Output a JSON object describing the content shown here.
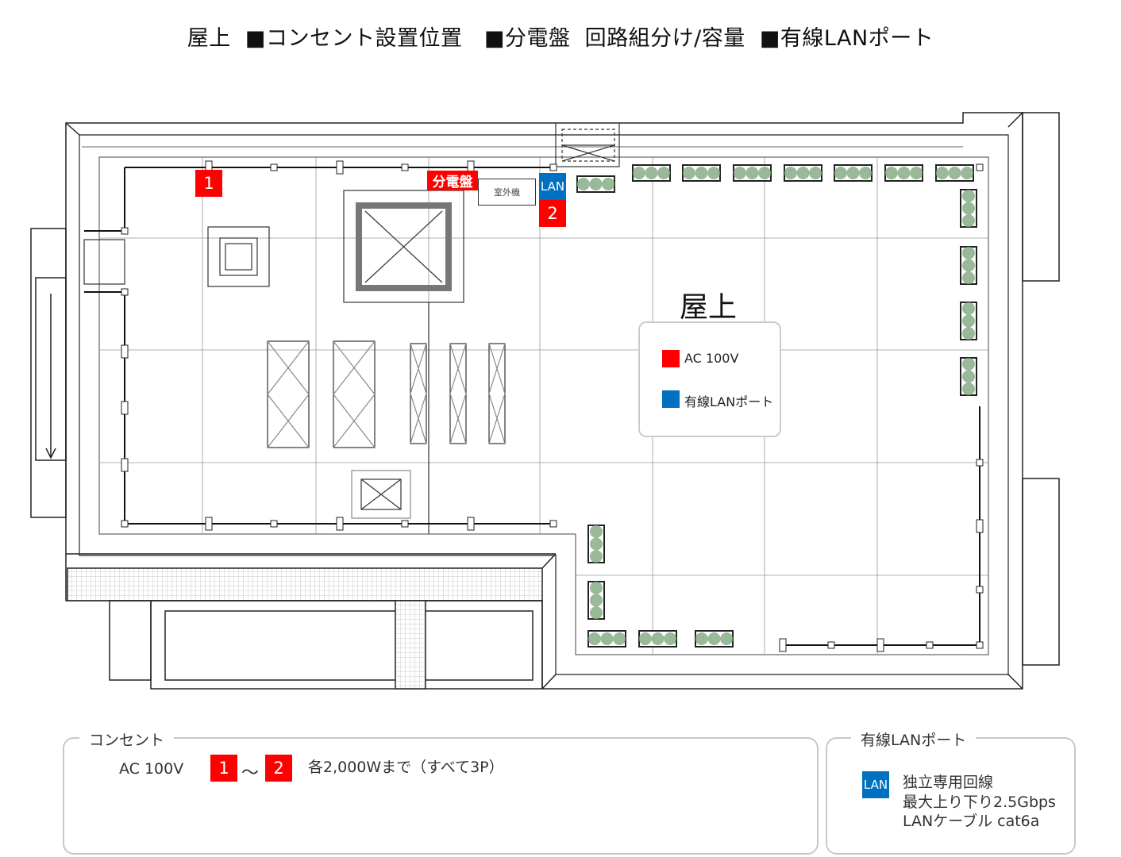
{
  "title": "屋上  ■コンセント設置位置　■分電盤  回路組分け/容量  ■有線LANポート",
  "plan": {
    "panelboard_label": "分電盤",
    "outdoor_unit_label": "室外機",
    "lan_label": "LAN",
    "outlet_1": "1",
    "outlet_2": "2",
    "area_label": "屋上",
    "legend": {
      "ac_label": "AC 100V",
      "lan_label": "有線LANポート",
      "ac_color": "#ff0000",
      "lan_color": "#0070c0"
    }
  },
  "outlet_panel": {
    "title": "コンセント",
    "voltage": "AC 100V",
    "from": "1",
    "tilde": "～",
    "to": "2",
    "note": "各2,000Wまで（すべて3P）"
  },
  "lan_panel": {
    "title": "有線LANポート",
    "badge": "LAN",
    "lines": [
      "独立専用回線",
      "最大上り下り2.5Gbps",
      "LANケーブル cat6a"
    ]
  }
}
